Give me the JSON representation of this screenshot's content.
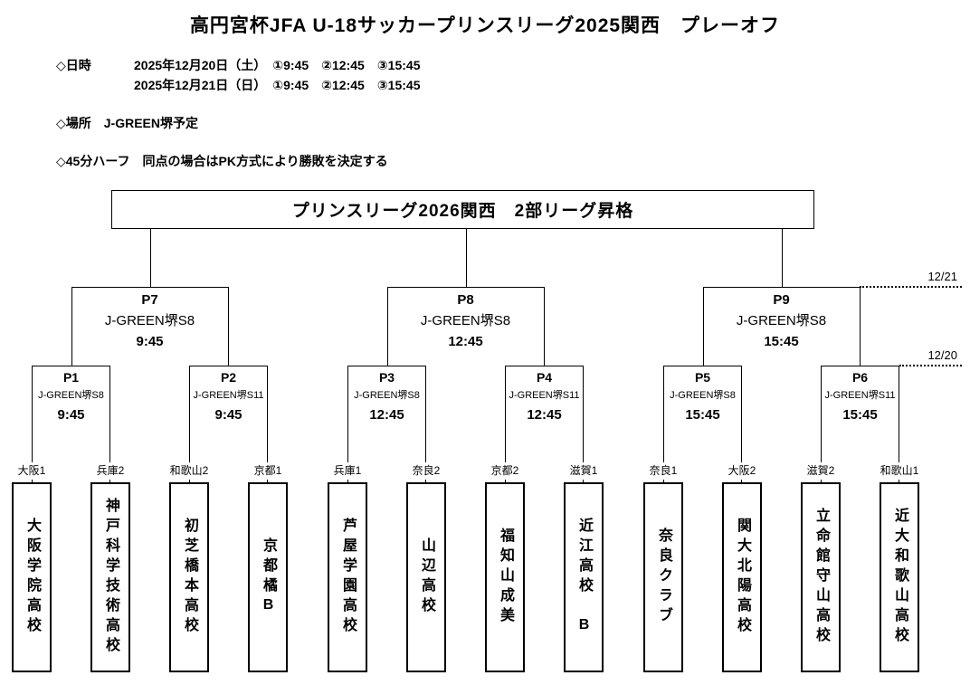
{
  "page": {
    "title": "高円宮杯JFA U-18サッカープリンスリーグ2025関西　プレーオフ"
  },
  "info": {
    "datetime_label": "◇日時",
    "datetime_lines": [
      "2025年12月20日（土）　①9:45　②12:45　③15:45",
      "2025年12月21日（日）　①9:45　②12:45　③15:45"
    ],
    "venue_line": "◇場所　J-GREEN堺予定",
    "rule_line": "◇45分ハーフ　同点の場合はPK方式により勝敗を決定する"
  },
  "bracket": {
    "final_label": "プリンスリーグ2026関西　2部リーグ昇格",
    "semifinals": [
      {
        "code": "P7",
        "venue": "J-GREEN堺S8",
        "time": "9:45"
      },
      {
        "code": "P8",
        "venue": "J-GREEN堺S8",
        "time": "12:45"
      },
      {
        "code": "P9",
        "venue": "J-GREEN堺S8",
        "time": "15:45"
      }
    ],
    "first_round": [
      {
        "code": "P1",
        "venue": "J-GREEN堺S8",
        "time": "9:45"
      },
      {
        "code": "P2",
        "venue": "J-GREEN堺S11",
        "time": "9:45"
      },
      {
        "code": "P3",
        "venue": "J-GREEN堺S8",
        "time": "12:45"
      },
      {
        "code": "P4",
        "venue": "J-GREEN堺S11",
        "time": "12:45"
      },
      {
        "code": "P5",
        "venue": "J-GREEN堺S8",
        "time": "15:45"
      },
      {
        "code": "P6",
        "venue": "J-GREEN堺S11",
        "time": "15:45"
      }
    ],
    "date_markers": [
      {
        "label": "12/21"
      },
      {
        "label": "12/20"
      }
    ],
    "teams": [
      {
        "seed": "大阪1",
        "name": "大阪学院高校"
      },
      {
        "seed": "兵庫2",
        "name": "神戸科学技術高校"
      },
      {
        "seed": "和歌山2",
        "name": "初芝橋本高校"
      },
      {
        "seed": "京都1",
        "name": "京都橘B"
      },
      {
        "seed": "兵庫1",
        "name": "芦屋学園高校"
      },
      {
        "seed": "奈良2",
        "name": "山辺高校"
      },
      {
        "seed": "京都2",
        "name": "福知山成美"
      },
      {
        "seed": "滋賀1",
        "name": "近江高校　B"
      },
      {
        "seed": "奈良1",
        "name": "奈良クラブ"
      },
      {
        "seed": "大阪2",
        "name": "関大北陽高校"
      },
      {
        "seed": "滋賀2",
        "name": "立命館守山高校"
      },
      {
        "seed": "和歌山1",
        "name": "近大和歌山高校"
      }
    ],
    "colors": {
      "line": "#000000",
      "background": "#ffffff"
    }
  }
}
